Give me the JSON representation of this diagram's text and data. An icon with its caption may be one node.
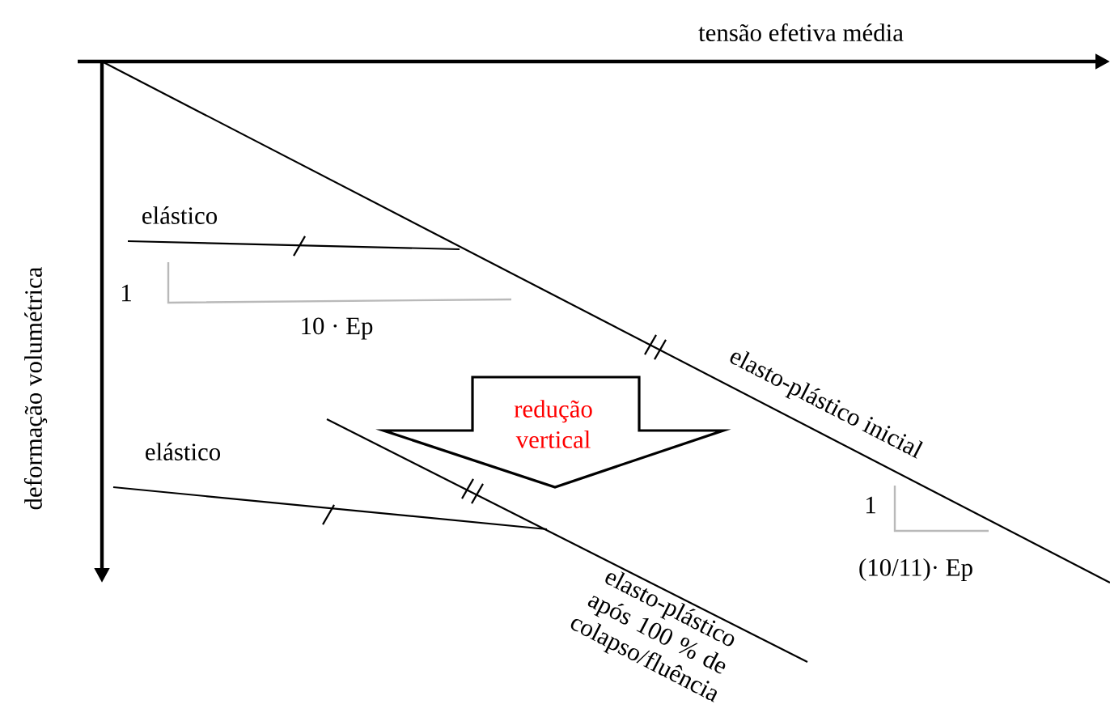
{
  "diagram": {
    "nodes": [
      {
        "text": [
          "redução vertical"
        ]
      }
    ],
    "labels": [
      "tensão efetiva média",
      "elástico",
      "1",
      "10 · Ep",
      "elasto-plástico inicial",
      "deformação volumétrica",
      "elástico",
      "1",
      "(10/11)· Ep",
      "elasto-plástico após 100 % de colapso/fluência"
    ]
  }
}
